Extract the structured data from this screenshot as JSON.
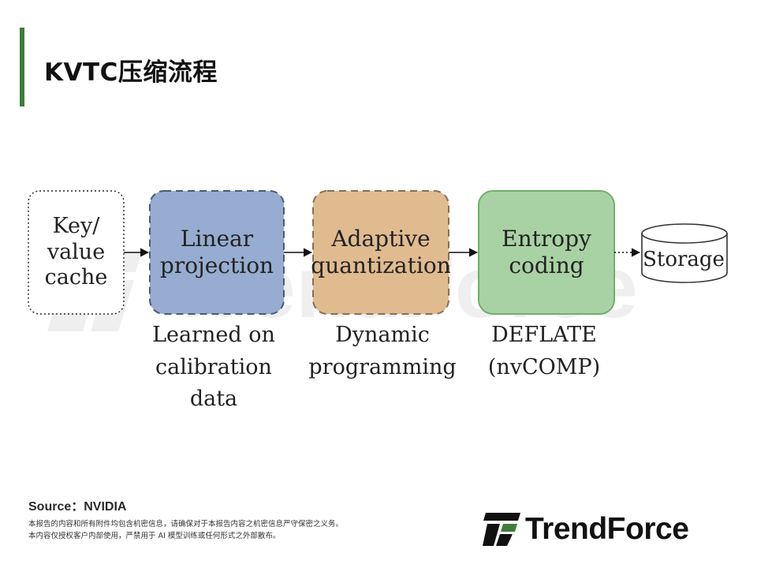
{
  "slide": {
    "title": "KVTC压缩流程"
  },
  "diagram": {
    "nodes": {
      "kv_cache": "Key/\nvalue\ncache",
      "linear": "Linear\nprojection",
      "adaptive": "Adaptive\nquantization",
      "entropy": "Entropy\ncoding",
      "storage": "Storage"
    },
    "subtitles": {
      "linear": "Learned on\ncalibration data",
      "adaptive": "Dynamic\nprogramming",
      "entropy": "DEFLATE\n(nvCOMP)"
    },
    "colors": {
      "linear_fill": "#96acd0",
      "adaptive_fill": "#e0bb8f",
      "entropy_fill": "#a9d2a4",
      "accent_green": "#3f7d3a"
    }
  },
  "footer": {
    "source": "Source：NVIDIA",
    "disclaimer_1": "本报告的内容和所有附件均包含机密信息，请确保对于本报告内容之机密信息严守保密之义务。",
    "disclaimer_2": "本内容仅授权客户内部使用，严禁用于 AI 模型训练或任何形式之外部散布。",
    "logo_text": "TrendForce",
    "watermark_text": "TrendForce"
  }
}
